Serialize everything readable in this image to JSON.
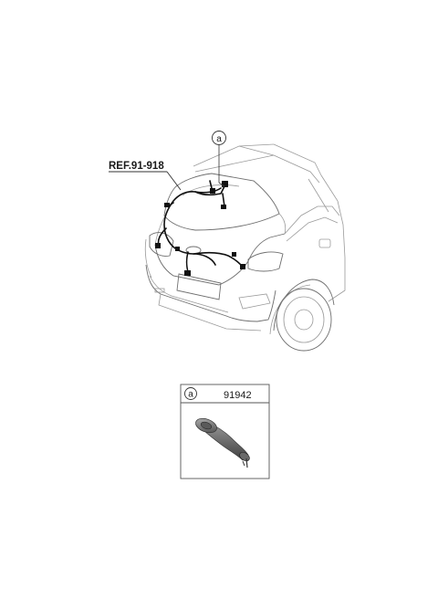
{
  "reference_label": "REF.91-918",
  "callout_letter": "a",
  "part_box": {
    "letter": "a",
    "part_number": "91942"
  }
}
